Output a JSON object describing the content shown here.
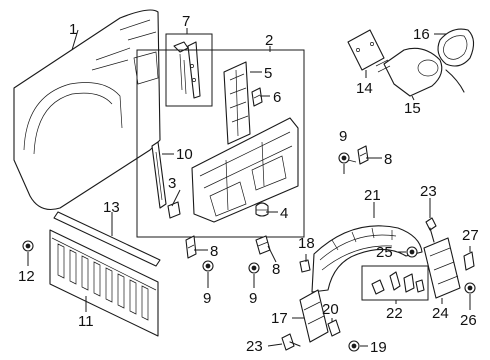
{
  "diagram": {
    "callouts": [
      {
        "id": "c1",
        "text": "1"
      },
      {
        "id": "c2",
        "text": "2"
      },
      {
        "id": "c3",
        "text": "3"
      },
      {
        "id": "c4",
        "text": "4"
      },
      {
        "id": "c5",
        "text": "5"
      },
      {
        "id": "c6",
        "text": "6"
      },
      {
        "id": "c7",
        "text": "7"
      },
      {
        "id": "c8a",
        "text": "8"
      },
      {
        "id": "c8b",
        "text": "8"
      },
      {
        "id": "c8c",
        "text": "8"
      },
      {
        "id": "c9a",
        "text": "9"
      },
      {
        "id": "c9b",
        "text": "9"
      },
      {
        "id": "c9c",
        "text": "9"
      },
      {
        "id": "c10",
        "text": "10"
      },
      {
        "id": "c11",
        "text": "11"
      },
      {
        "id": "c12",
        "text": "12"
      },
      {
        "id": "c13",
        "text": "13"
      },
      {
        "id": "c14",
        "text": "14"
      },
      {
        "id": "c15",
        "text": "15"
      },
      {
        "id": "c16",
        "text": "16"
      },
      {
        "id": "c17",
        "text": "17"
      },
      {
        "id": "c18",
        "text": "18"
      },
      {
        "id": "c19",
        "text": "19"
      },
      {
        "id": "c20",
        "text": "20"
      },
      {
        "id": "c21",
        "text": "21"
      },
      {
        "id": "c22",
        "text": "22"
      },
      {
        "id": "c23a",
        "text": "23"
      },
      {
        "id": "c23b",
        "text": "23"
      },
      {
        "id": "c24",
        "text": "24"
      },
      {
        "id": "c25",
        "text": "25"
      },
      {
        "id": "c26",
        "text": "26"
      },
      {
        "id": "c27",
        "text": "27"
      }
    ]
  }
}
